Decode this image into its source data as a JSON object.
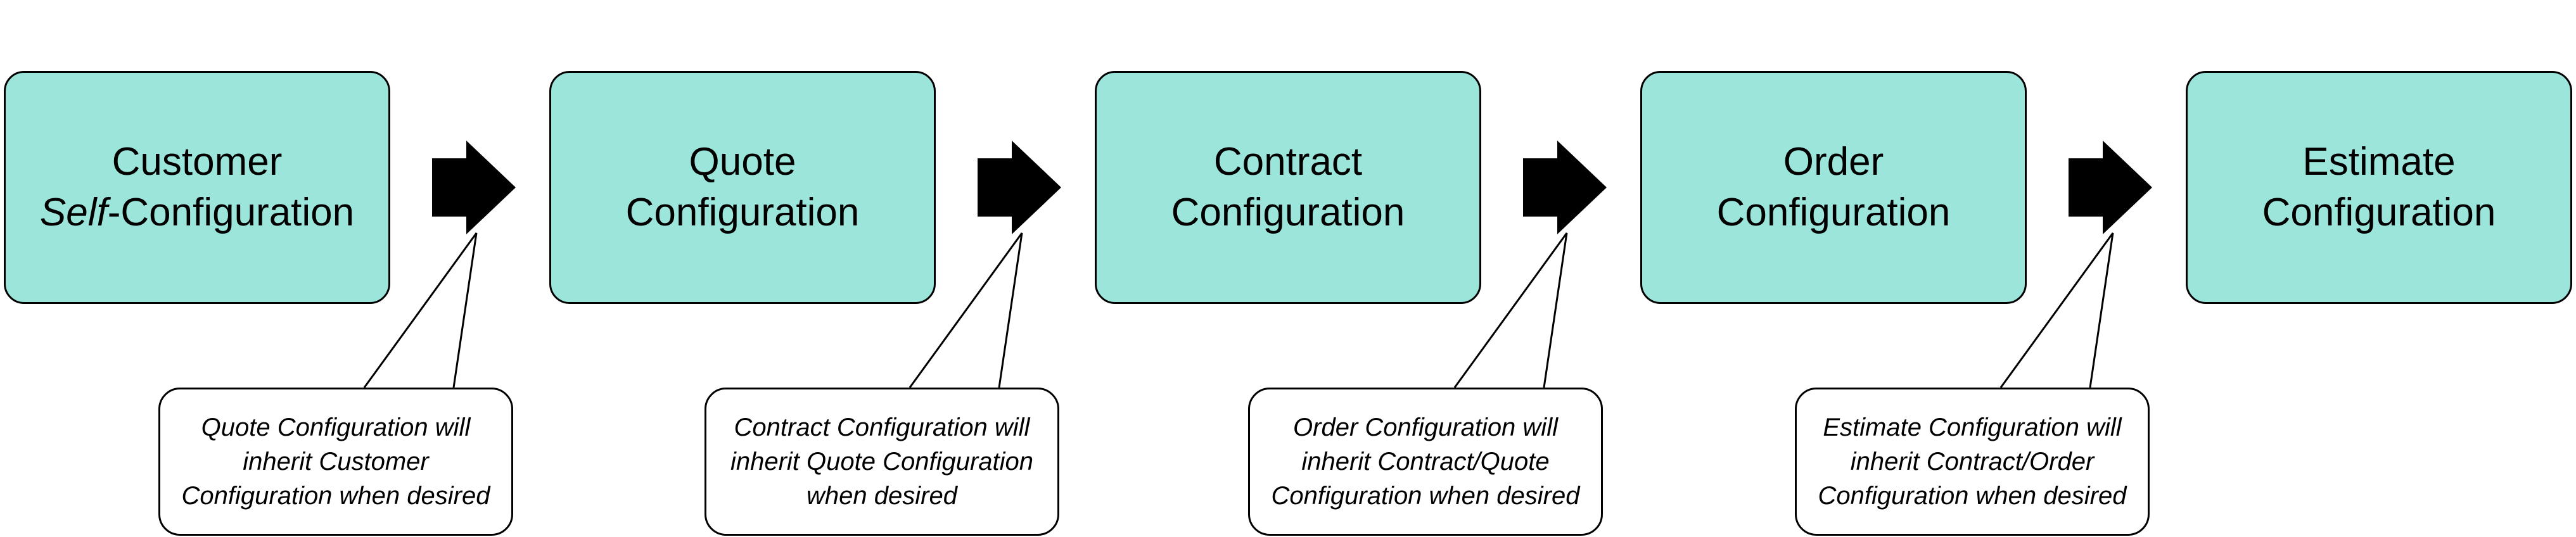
{
  "stages": [
    {
      "line1": "Customer",
      "line2_italic": "Self",
      "line2_rest": "-Configuration"
    },
    {
      "line1": "Quote",
      "line2": "Configuration"
    },
    {
      "line1": "Contract",
      "line2": "Configuration"
    },
    {
      "line1": "Order",
      "line2": "Configuration"
    },
    {
      "line1": "Estimate",
      "line2": "Configuration"
    }
  ],
  "callouts": [
    {
      "lines": [
        "Quote Configuration will",
        "inherit Customer",
        "Configuration when desired"
      ]
    },
    {
      "lines": [
        "Contract Configuration will",
        "inherit Quote Configuration",
        "when desired"
      ]
    },
    {
      "lines": [
        "Order Configuration will",
        "inherit Contract/Quote",
        "Configuration when desired"
      ]
    },
    {
      "lines": [
        "Estimate Configuration will",
        "inherit Contract/Order",
        "Configuration when desired"
      ]
    }
  ],
  "colors": {
    "stage_fill": "#9ce5db",
    "arrow_fill": "#000000",
    "note_fill": "#ffffff"
  }
}
